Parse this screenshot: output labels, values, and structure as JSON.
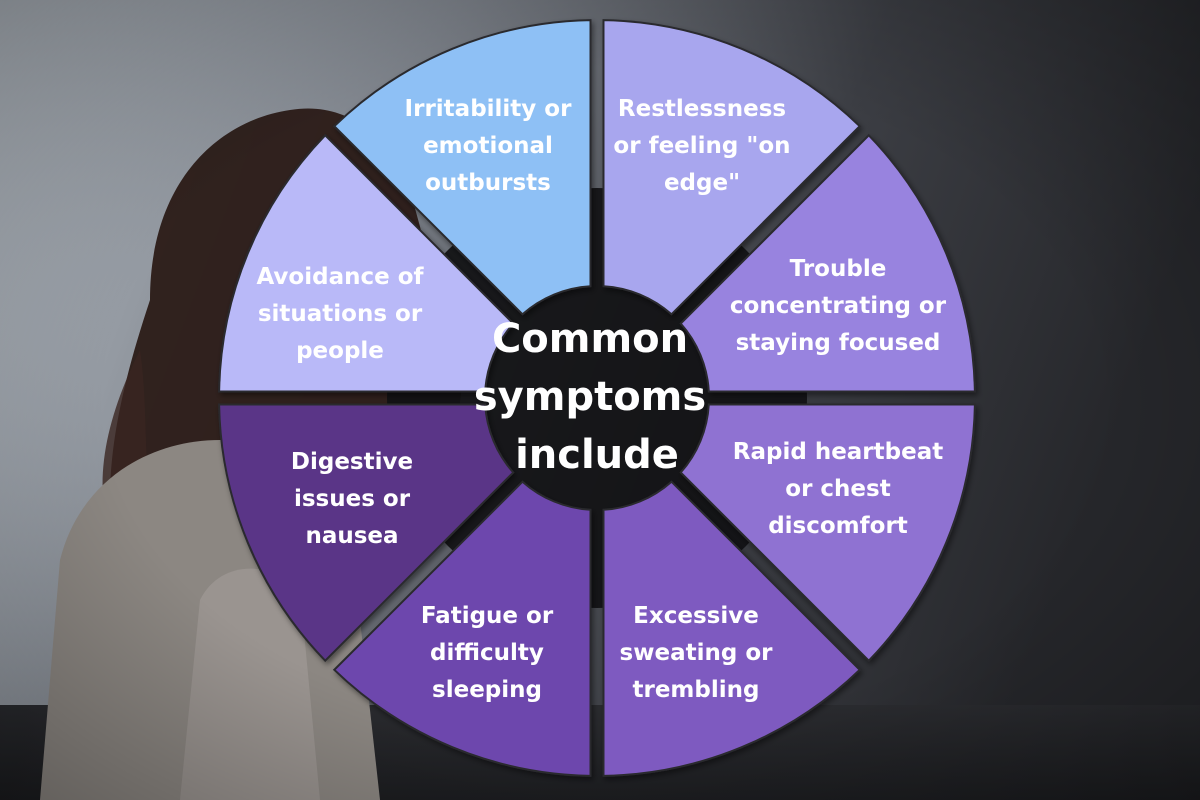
{
  "diagram": {
    "center_label": [
      "Common",
      "symptoms",
      "include"
    ],
    "segments": [
      {
        "lines": [
          "Irritability or",
          "emotional",
          "outbursts"
        ],
        "color": "#8ec0f5"
      },
      {
        "lines": [
          "Restlessness",
          "or feeling \"on",
          "edge\""
        ],
        "color": "#a8a6ee"
      },
      {
        "lines": [
          "Trouble",
          "concentrating or",
          "staying focused"
        ],
        "color": "#9883df"
      },
      {
        "lines": [
          "Rapid heartbeat",
          "or chest",
          "discomfort"
        ],
        "color": "#8f72d2"
      },
      {
        "lines": [
          "Excessive",
          "sweating or",
          "trembling"
        ],
        "color": "#7e5ac0"
      },
      {
        "lines": [
          "Fatigue or",
          "difficulty",
          "sleeping"
        ],
        "color": "#6d46ad"
      },
      {
        "lines": [
          "Digestive",
          "issues or",
          "nausea"
        ],
        "color": "#5a3487"
      },
      {
        "lines": [
          "Avoidance of",
          "situations or",
          "people"
        ],
        "color": "#b9b9f8"
      }
    ],
    "background_colors": {
      "wall_light": "#aeb5bd",
      "wall_dark": "#2b2d31",
      "floor": "#222326",
      "center_disc": "#121214",
      "person_hair": "#2a1a16",
      "person_shirt": "#8b8580"
    }
  }
}
